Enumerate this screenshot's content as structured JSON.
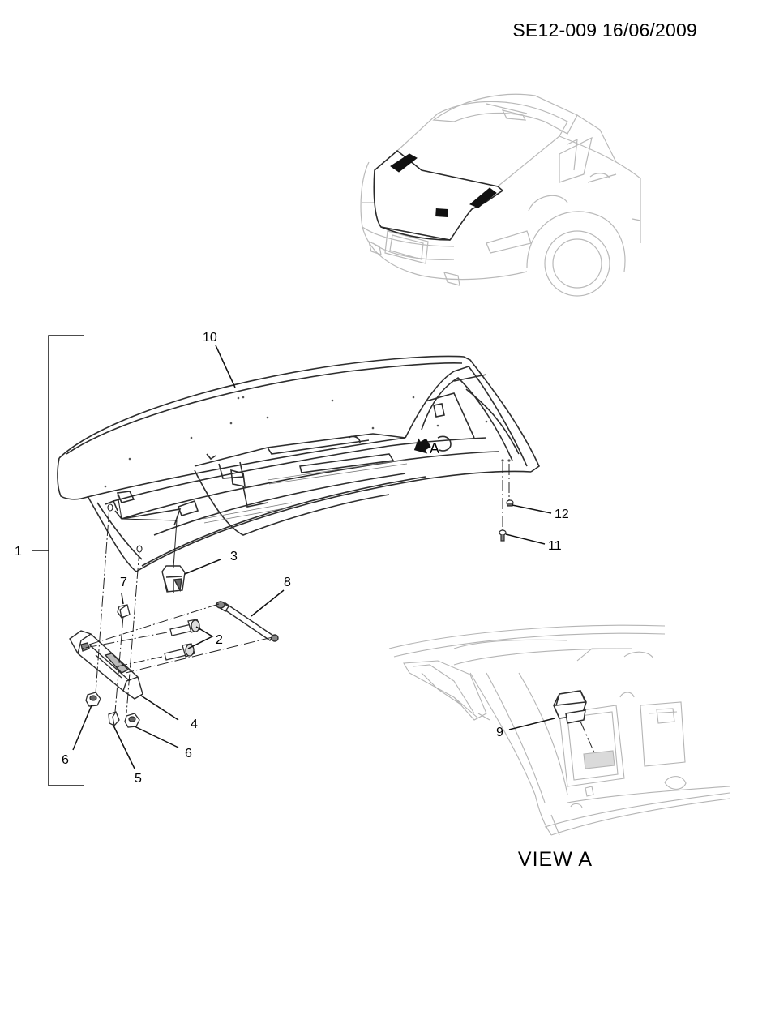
{
  "header": {
    "code": "SE12-009 16/06/2009"
  },
  "callouts": [
    {
      "id": "c1",
      "label": "1"
    },
    {
      "id": "c2",
      "label": "2"
    },
    {
      "id": "c3",
      "label": "3"
    },
    {
      "id": "c4",
      "label": "4"
    },
    {
      "id": "c5",
      "label": "5"
    },
    {
      "id": "c6a",
      "label": "6"
    },
    {
      "id": "c6b",
      "label": "6"
    },
    {
      "id": "c7",
      "label": "7"
    },
    {
      "id": "c8",
      "label": "8"
    },
    {
      "id": "c9",
      "label": "9"
    },
    {
      "id": "c10",
      "label": "10"
    },
    {
      "id": "c11",
      "label": "11"
    },
    {
      "id": "c12",
      "label": "12"
    }
  ],
  "view_marker": {
    "label": "A"
  },
  "view_caption": {
    "label": "VIEW  A"
  }
}
